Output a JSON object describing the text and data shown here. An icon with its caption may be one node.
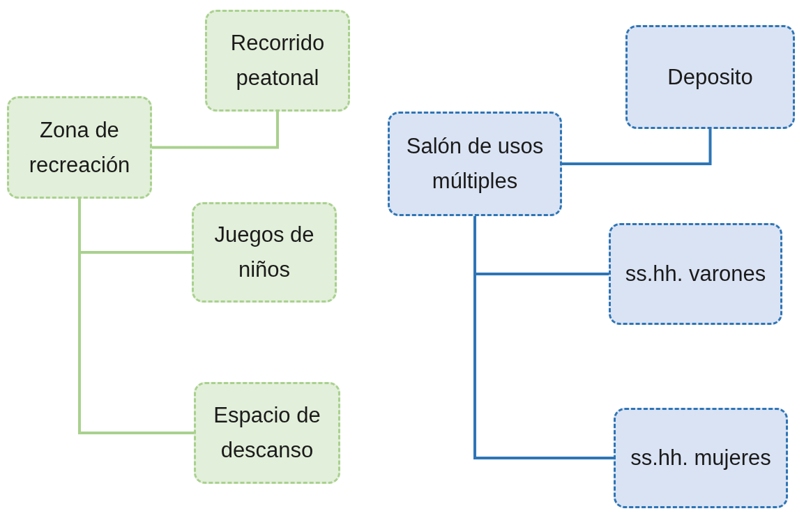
{
  "diagram": {
    "nodes": [
      {
        "text": [
          "Zona de recreación"
        ]
      },
      {
        "text": [
          "Recorrido peatonal"
        ]
      },
      {
        "text": [
          "Juegos de niños"
        ]
      },
      {
        "text": [
          "Espacio de descanso"
        ]
      },
      {
        "text": [
          "Salón de usos múltiples"
        ]
      },
      {
        "text": [
          "Deposito"
        ]
      },
      {
        "text": [
          "ss.hh. varones"
        ]
      },
      {
        "text": [
          "ss.hh. mujeres"
        ]
      }
    ],
    "edges": [
      {
        "from": 0,
        "to": 1,
        "arrow": "none",
        "color": "#a9d18e"
      },
      {
        "from": 0,
        "to": 2,
        "arrow": "none",
        "color": "#a9d18e"
      },
      {
        "from": 0,
        "to": 3,
        "arrow": "none",
        "color": "#a9d18e"
      },
      {
        "from": 4,
        "to": 5,
        "arrow": "none",
        "color": "#2e75b6"
      },
      {
        "from": 4,
        "to": 6,
        "arrow": "none",
        "color": "#2e75b6"
      },
      {
        "from": 4,
        "to": 7,
        "arrow": "none",
        "color": "#2e75b6"
      }
    ]
  }
}
